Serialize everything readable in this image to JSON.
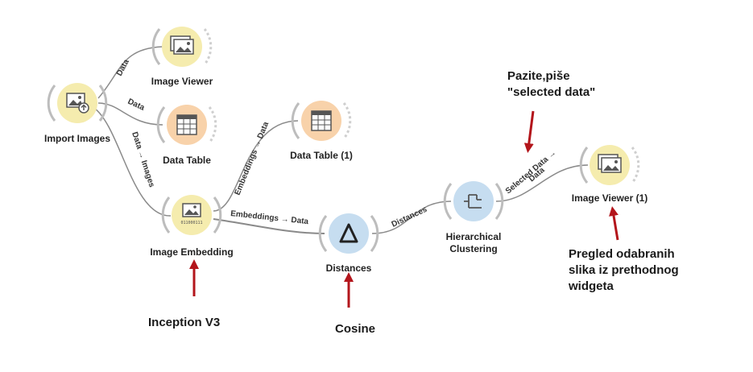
{
  "nodes": {
    "import_images": {
      "label": "Import Images",
      "color": "#f5ecae"
    },
    "image_viewer": {
      "label": "Image Viewer",
      "color": "#f5ecae"
    },
    "data_table": {
      "label": "Data Table",
      "color": "#f8d2aa"
    },
    "data_table_1": {
      "label": "Data Table (1)",
      "color": "#f8d2aa"
    },
    "image_embedding": {
      "label": "Image Embedding",
      "bits": "011000111",
      "color": "#f5ecae"
    },
    "distances": {
      "label": "Distances",
      "color": "#c6ddf0"
    },
    "hierarchical_clustering": {
      "label_line1": "Hierarchical",
      "label_line2": "Clustering",
      "color": "#c6ddf0"
    },
    "image_viewer_1": {
      "label": "Image Viewer (1)",
      "color": "#f5ecae"
    }
  },
  "links": {
    "import_to_viewer": "Data",
    "import_to_table": "Data",
    "import_to_embedding": "Data → Images",
    "embedding_to_table1": "Embeddings → Data",
    "embedding_to_distances": "Embeddings → Data",
    "distances_to_clustering": "Distances",
    "clustering_to_viewer1_line1": "Selected Data →",
    "clustering_to_viewer1_line2": "Data"
  },
  "annotations": {
    "selected_data_line1": "Pazite,piše",
    "selected_data_line2": "\"selected data\"",
    "inception": "Inception V3",
    "cosine": "Cosine",
    "preview_line1": "Pregled odabranih",
    "preview_line2": "slika iz prethodnog",
    "preview_line3": "widgeta"
  },
  "colors": {
    "arrow": "#b3151b",
    "link": "#8a8a8a"
  }
}
